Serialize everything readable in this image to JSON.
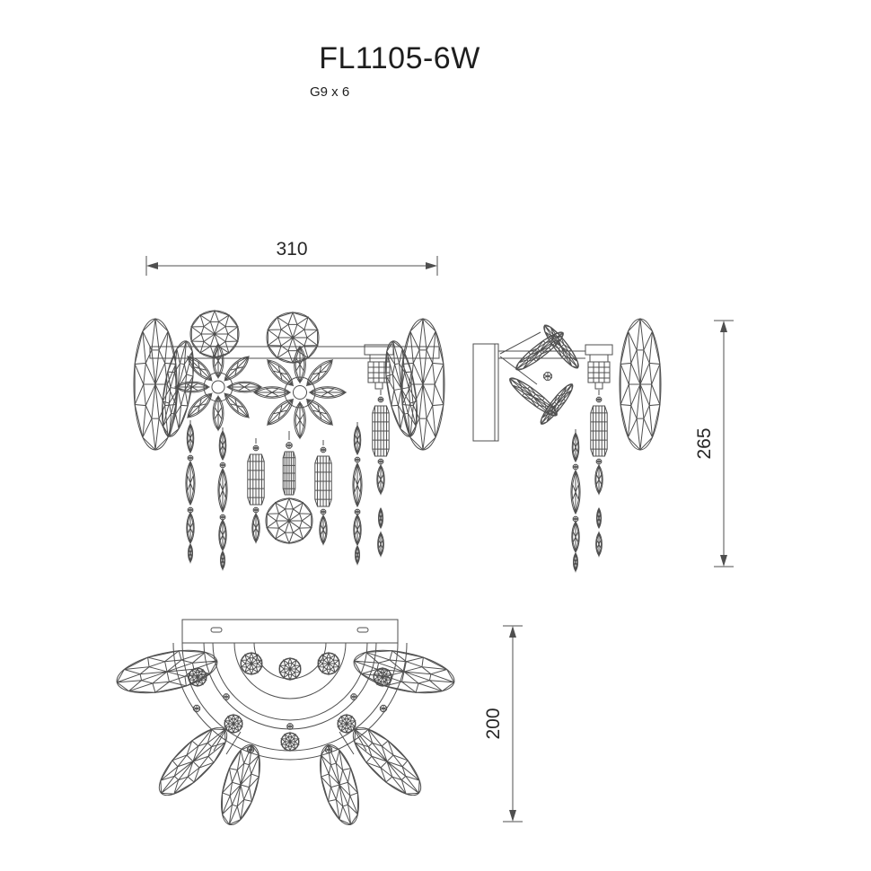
{
  "title": "FL1105-6W",
  "subtitle": "G9 x 6",
  "dimensions": {
    "width_mm": "310",
    "height_mm": "265",
    "depth_mm": "200"
  },
  "colors": {
    "line": "#4f4f4f",
    "text": "#1e1e1e",
    "background": "#ffffff"
  }
}
